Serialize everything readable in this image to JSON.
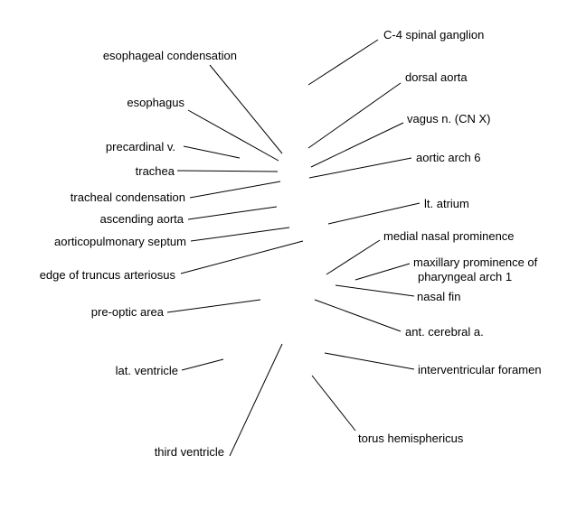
{
  "labels": {
    "esophageal_condensation": "esophageal condensation",
    "esophagus": "esophagus",
    "precardinal_v": "precardinal v.",
    "trachea": "trachea",
    "tracheal_condensation": "tracheal condensation",
    "ascending_aorta": "ascending aorta",
    "aorticopulmonary_septum": "aorticopulmonary septum",
    "edge_of_truncus_arteriosus": "edge of truncus arteriosus",
    "pre_optic_area": "pre-optic area",
    "lat_ventricle": "lat. ventricle",
    "third_ventricle": "third ventricle",
    "c4_spinal_ganglion": "C-4 spinal ganglion",
    "dorsal_aorta": "dorsal aorta",
    "vagus_n": "vagus n. (CN X)",
    "aortic_arch_6": "aortic arch 6",
    "lt_atrium": "lt. atrium",
    "medial_nasal_prominence": "medial nasal prominence",
    "maxillary_prominence_line1": "maxillary prominence of",
    "maxillary_prominence_line2": "pharyngeal arch 1",
    "nasal_fin": "nasal fin",
    "ant_cerebral_a": "ant. cerebral a.",
    "interventricular_foramen": "interventricular foramen",
    "torus_hemisphericus": "torus hemisphericus"
  },
  "colors": {
    "line": "#000000",
    "text": "#000000",
    "background": "#ffffff"
  }
}
